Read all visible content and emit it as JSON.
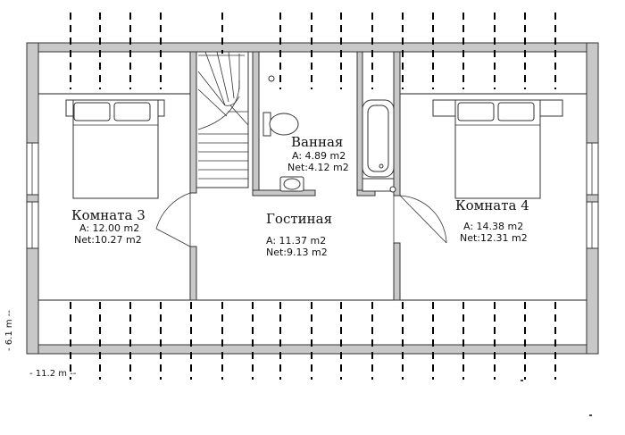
{
  "rooms": {
    "room3": {
      "name": "Комната 3",
      "area": "A: 12.00 m2",
      "net": "Net:10.27 m2"
    },
    "bath": {
      "name": "Ванная",
      "area": "A: 4.89 m2",
      "net": "Net:4.12 m2"
    },
    "living": {
      "name": "Гостиная",
      "area": "A: 11.37 m2",
      "net": "Net:9.13 m2"
    },
    "room4": {
      "name": "Комната 4",
      "area": "A: 14.38 m2",
      "net": "Net:12.31 m2"
    }
  },
  "dimensions": {
    "height": "- 6.1 m --",
    "width": "- 11.2 m --"
  },
  "colors": {
    "wall": "#c8c8c8",
    "line": "#222222",
    "background": "#ffffff"
  }
}
